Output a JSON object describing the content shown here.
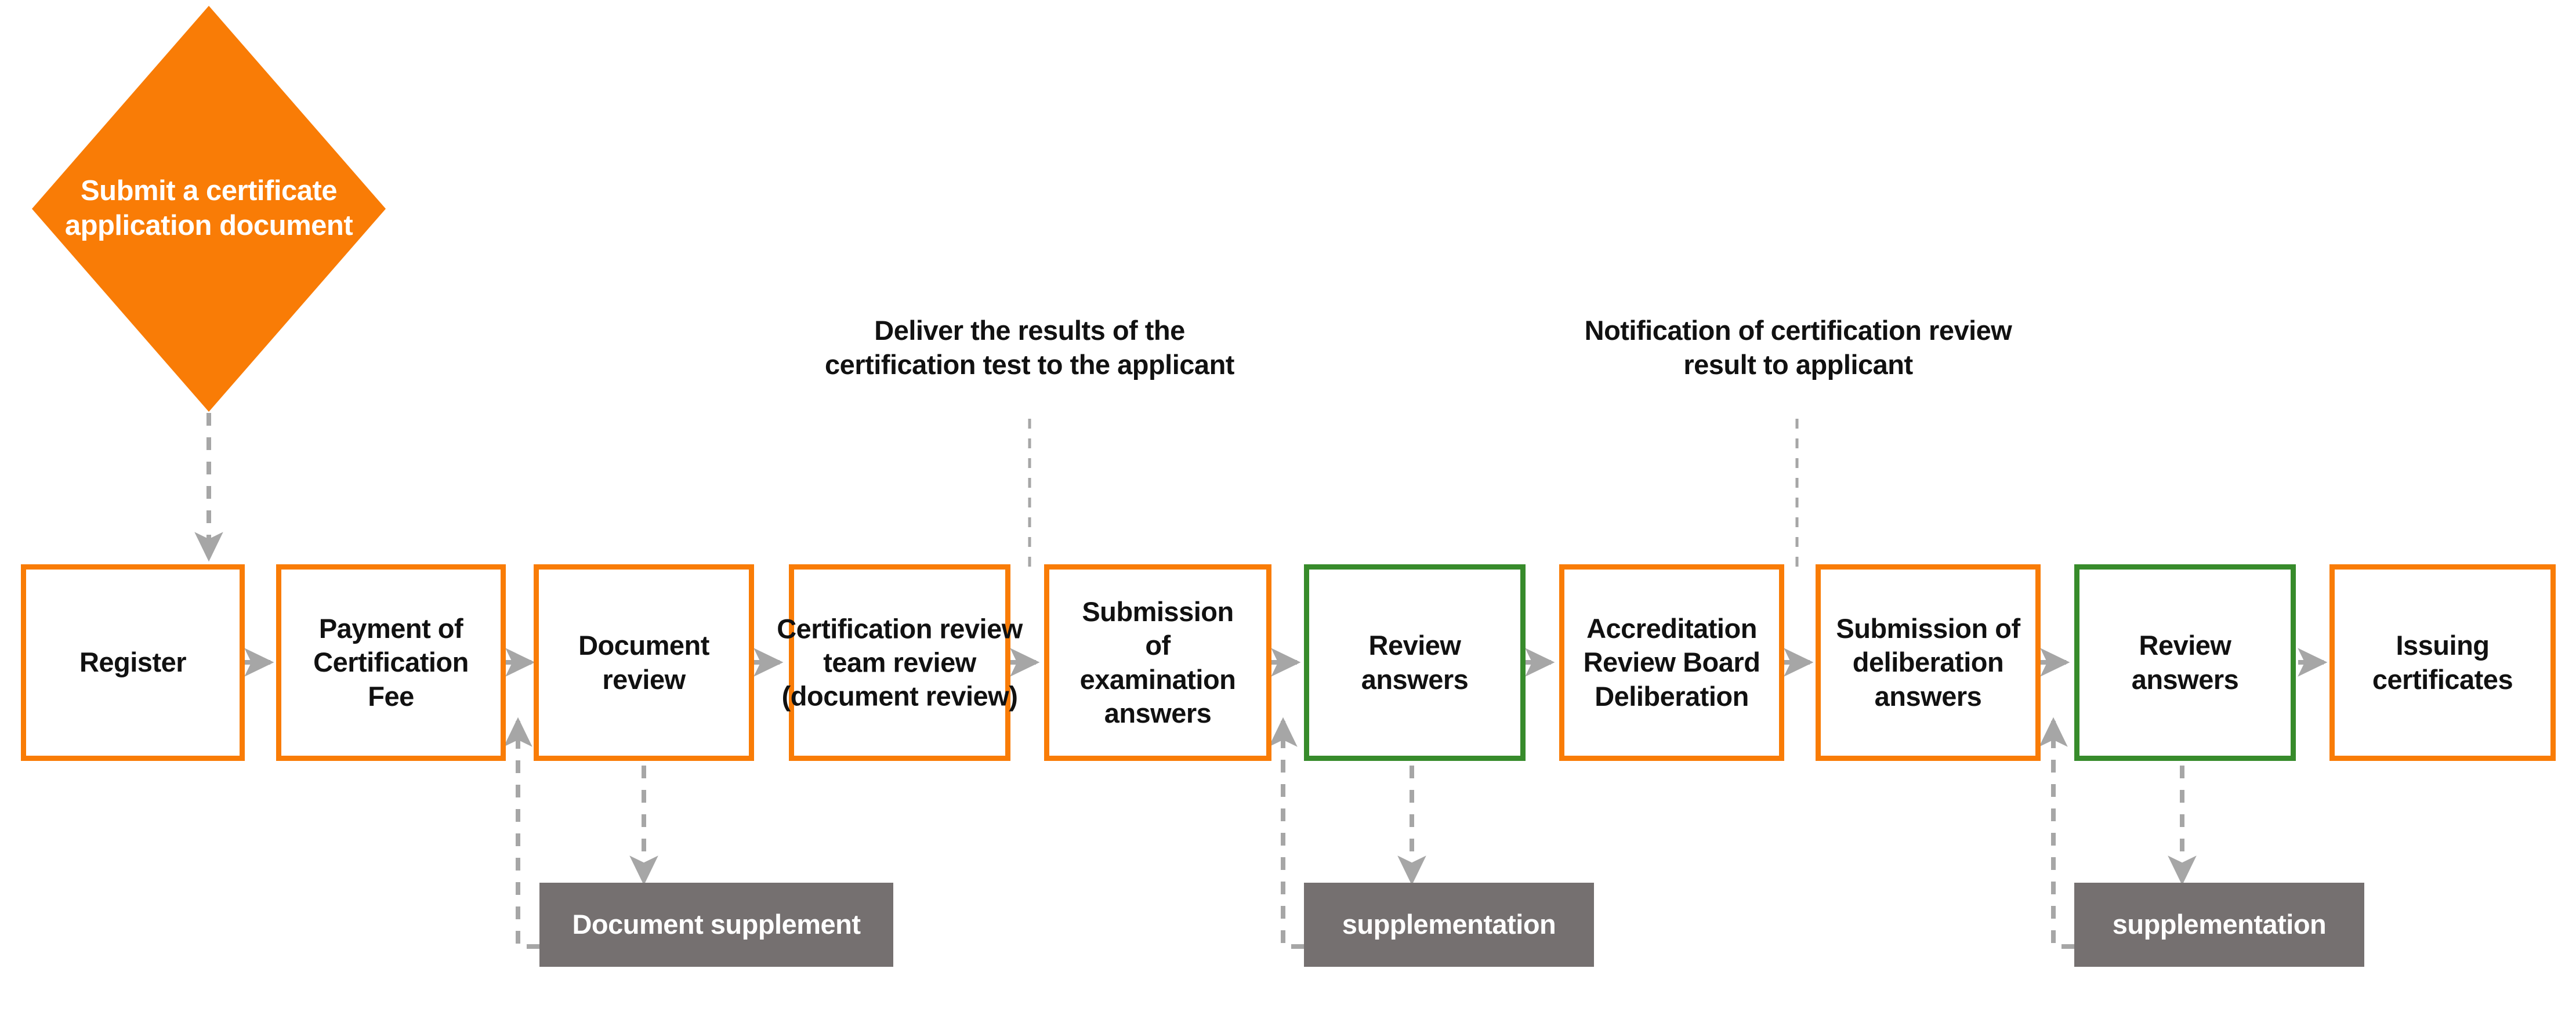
{
  "diagram": {
    "title": "Certification application process flowchart",
    "colors": {
      "orange": "#F97C06",
      "green": "#378B2B",
      "gray": "#757070",
      "connector": "#A6A6A6",
      "text": "#111111",
      "background": "#FFFFFF"
    }
  },
  "start_node": {
    "label": "Submit a certificate\napplication document",
    "line1": "Submit a certificate",
    "line2": "application document",
    "shape": "diamond",
    "fill": "#F97C06"
  },
  "process_steps": [
    {
      "id": "register",
      "label": "Register",
      "border": "orange"
    },
    {
      "id": "payment-of-certification-fee",
      "label": "Payment of\nCertification\nFee",
      "border": "orange"
    },
    {
      "id": "document-review",
      "label": "Document\nreview",
      "border": "orange"
    },
    {
      "id": "certification-review-team-review",
      "label": "Certification review\nteam review\n(document review)",
      "border": "orange"
    },
    {
      "id": "submission-of-examination-answers",
      "label": "Submission\nof\nexamination\nanswers",
      "border": "orange"
    },
    {
      "id": "review-answers-1",
      "label": "Review\nanswers",
      "border": "green"
    },
    {
      "id": "accreditation-review-board-deliberation",
      "label": "Accreditation\nReview Board\nDeliberation",
      "border": "orange"
    },
    {
      "id": "submission-of-deliberation-answers",
      "label": "Submission of\ndeliberation\nanswers",
      "border": "orange"
    },
    {
      "id": "review-answers-2",
      "label": "Review\nanswers",
      "border": "green"
    },
    {
      "id": "issuing-certificates",
      "label": "Issuing\ncertificates",
      "border": "orange"
    }
  ],
  "supplement_nodes": [
    {
      "id": "document-supplement",
      "label": "Document supplement"
    },
    {
      "id": "supplementation-1",
      "label": "supplementation"
    },
    {
      "id": "supplementation-2",
      "label": "supplementation"
    }
  ],
  "annotations": [
    {
      "id": "deliver-results-note",
      "line1": "Deliver the results of the",
      "line2": "certification test to the applicant"
    },
    {
      "id": "notification-result-note",
      "line1": "Notification of certification review",
      "line2": "result to applicant"
    }
  ],
  "labels": {
    "register": "Register",
    "payment_l1": "Payment of",
    "payment_l2": "Certification",
    "payment_l3": "Fee",
    "docreview_l1": "Document",
    "docreview_l2": "review",
    "certteam_l1": "Certification review",
    "certteam_l2": "team review",
    "certteam_l3": "(document review)",
    "examsub_l1": "Submission",
    "examsub_l2": "of",
    "examsub_l3": "examination",
    "examsub_l4": "answers",
    "review1_l1": "Review",
    "review1_l2": "answers",
    "arbd_l1": "Accreditation",
    "arbd_l2": "Review Board",
    "arbd_l3": "Deliberation",
    "delibsub_l1": "Submission of",
    "delibsub_l2": "deliberation",
    "delibsub_l3": "answers",
    "review2_l1": "Review",
    "review2_l2": "answers",
    "issuing_l1": "Issuing",
    "issuing_l2": "certificates",
    "doc_supplement": "Document supplement",
    "supplementation_a": "supplementation",
    "supplementation_b": "supplementation",
    "start_l1": "Submit a certificate",
    "start_l2": "application document",
    "note1_l1": "Deliver the results of the",
    "note1_l2": "certification test to the applicant",
    "note2_l1": "Notification of certification review",
    "note2_l2": "result to applicant"
  }
}
